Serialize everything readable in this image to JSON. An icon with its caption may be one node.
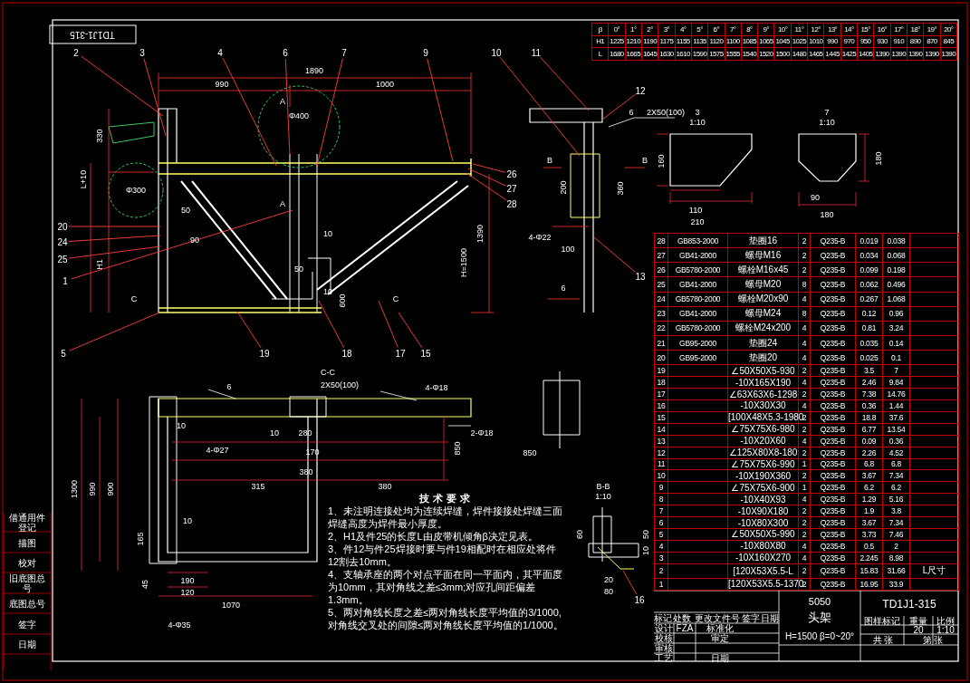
{
  "diagram": {
    "nodes": [
      {
        "text": [
          "2"
        ]
      },
      {
        "text": [
          "3"
        ]
      },
      {
        "text": [
          "4"
        ]
      },
      {
        "text": [
          "6"
        ]
      },
      {
        "text": [
          "7"
        ]
      },
      {
        "text": [
          "9"
        ]
      },
      {
        "text": [
          "10"
        ]
      },
      {
        "text": [
          "11"
        ]
      },
      {
        "text": [
          "12"
        ]
      },
      {
        "text": [
          "26"
        ]
      },
      {
        "text": [
          "27"
        ]
      },
      {
        "text": [
          "28"
        ]
      },
      {
        "text": [
          "20"
        ]
      },
      {
        "text": [
          "24"
        ]
      },
      {
        "text": [
          "25"
        ]
      },
      {
        "text": [
          "13"
        ]
      },
      {
        "text": [
          "1"
        ]
      },
      {
        "text": [
          "5"
        ]
      },
      {
        "text": [
          "19"
        ]
      },
      {
        "text": [
          "18"
        ]
      },
      {
        "text": [
          "17"
        ]
      },
      {
        "text": [
          "15"
        ]
      },
      {
        "text": [
          "16"
        ]
      }
    ],
    "edges": [
      {
        "from": 0,
        "to": null,
        "arrow": "none"
      },
      {
        "from": 1,
        "to": null,
        "arrow": "none"
      },
      {
        "from": 2,
        "to": null,
        "arrow": "none"
      },
      {
        "from": 3,
        "to": null,
        "arrow": "none"
      },
      {
        "from": 4,
        "to": null,
        "arrow": "none"
      },
      {
        "from": 5,
        "to": null,
        "arrow": "none"
      },
      {
        "from": 6,
        "to": null,
        "arrow": "none"
      },
      {
        "from": 7,
        "to": null,
        "arrow": "none"
      },
      {
        "from": 8,
        "to": null,
        "arrow": "none"
      },
      {
        "from": 9,
        "to": null,
        "arrow": "none"
      },
      {
        "from": 10,
        "to": null,
        "arrow": "none"
      },
      {
        "from": 11,
        "to": null,
        "arrow": "none"
      },
      {
        "from": 12,
        "to": null,
        "arrow": "none"
      },
      {
        "from": 13,
        "to": null,
        "arrow": "none"
      },
      {
        "from": 14,
        "to": null,
        "arrow": "none"
      },
      {
        "from": 15,
        "to": null,
        "arrow": "none"
      },
      {
        "from": 16,
        "to": null,
        "arrow": "none"
      },
      {
        "from": 17,
        "to": null,
        "arrow": "none"
      },
      {
        "from": 18,
        "to": null,
        "arrow": "none"
      },
      {
        "from": 19,
        "to": null,
        "arrow": "none"
      },
      {
        "from": 20,
        "to": null,
        "arrow": "none"
      },
      {
        "from": 21,
        "to": null,
        "arrow": "none"
      },
      {
        "from": 22,
        "to": null,
        "arrow": "none"
      }
    ],
    "labels": [
      "TD1J1-315",
      "β",
      "0°",
      "1°",
      "2°",
      "3°",
      "4°",
      "5°",
      "6°",
      "7°",
      "8°",
      "9°",
      "10°",
      "11°",
      "12°",
      "13°",
      "14°",
      "15°",
      "16°",
      "17°",
      "18°",
      "19°",
      "20°",
      "H1",
      "1225",
      "1210",
      "1190",
      "1175",
      "1155",
      "1135",
      "1120",
      "1100",
      "1085",
      "1065",
      "1045",
      "1025",
      "1010",
      "990",
      "970",
      "950",
      "930",
      "910",
      "890",
      "870",
      "845",
      "L",
      "1680",
      "1665",
      "1645",
      "1630",
      "1610",
      "1590",
      "1575",
      "1555",
      "1540",
      "1520",
      "1500",
      "1480",
      "1465",
      "1445",
      "1425",
      "1405",
      "1390",
      "1390",
      "1390",
      "1390",
      "1390",
      "1890",
      "990",
      "1000",
      "A",
      "Φ400",
      "A",
      "Φ300",
      "330",
      "L+10",
      "H1",
      "90",
      "50",
      "10",
      "1390",
      "H=1500",
      "50",
      "10",
      "600",
      "C",
      "C",
      "6",
      "2X50(100)",
      "B",
      "B",
      "200",
      "360",
      "4-Φ22",
      "100",
      "6",
      "3",
      "1:10",
      "160",
      "110",
      "210",
      "7",
      "1:10",
      "180",
      "90",
      "180",
      "C-C",
      "6",
      "2X50(100)",
      "4-Φ18",
      "10",
      "10",
      "280",
      "170",
      "380",
      "4-Φ27",
      "2-Φ18",
      "315",
      "380",
      "850",
      "1300",
      "990",
      "900",
      "165",
      "10",
      "45",
      "190",
      "120",
      "1070",
      "4-Φ35",
      "850",
      "B-B",
      "1:10",
      "60",
      "50",
      "10",
      "20",
      "80",
      "技术要求",
      "1、未注明连接处均为连续焊缝，焊件接接处焊缝三面焊缝高度为焊件最小厚度。",
      "2、H1及件25的长度L由皮带机倾角β决定见表。",
      "3、件12与件25焊接时要与件19相配时在相应处将件12割去10mm。",
      "4、支轴承座的两个对点平面在同一平面内，其平面度为10mm，其对角线之差≤3mm;对应孔间距偏差1.3mm。",
      "5、两对角线长度之差≤两对角线长度平均值的3/1000,对角线交叉处的间隙≤两对角线长度平均值的1/1000。",
      "28",
      "GB853-2000",
      "垫圈16",
      "2",
      "Q235-B",
      "0.019",
      "0.038",
      "27",
      "GB41-2000",
      "螺母M16",
      "2",
      "Q235-B",
      "0.034",
      "0.068",
      "26",
      "GB5780-2000",
      "螺栓M16x45",
      "2",
      "Q235-B",
      "0.099",
      "0.198",
      "25",
      "GB41-2000",
      "螺母M20",
      "8",
      "Q235-B",
      "0.062",
      "0.496",
      "24",
      "GB5780-2000",
      "螺栓M20x90",
      "4",
      "Q235-B",
      "0.267",
      "1.068",
      "23",
      "GB41-2000",
      "螺母M24",
      "8",
      "Q235-B",
      "0.12",
      "0.96",
      "22",
      "GB5780-2000",
      "螺栓M24x200",
      "4",
      "Q235-B",
      "0.81",
      "3.24",
      "21",
      "GB95-2000",
      "垫圈24",
      "4",
      "Q235-B",
      "0.035",
      "0.14",
      "20",
      "GB95-2000",
      "垫圈20",
      "4",
      "Q235-B",
      "0.025",
      "0.1",
      "19",
      "∠50X50X5-930",
      "2",
      "Q235-B",
      "3.5",
      "7",
      "18",
      "-10X165X190",
      "4",
      "Q235-B",
      "2.46",
      "9.84",
      "17",
      "∠63X63X6-1298",
      "2",
      "Q235-B",
      "7.38",
      "14.76",
      "16",
      "-10X30X30",
      "4",
      "Q235-B",
      "0.36",
      "1.44",
      "15",
      "[100X48X5.3-1980",
      "2",
      "Q235-B",
      "18.8",
      "37.6",
      "14",
      "∠75X75X6-980",
      "2",
      "Q235-B",
      "6.77",
      "13.54",
      "13",
      "-10X20X60",
      "4",
      "Q235-B",
      "0.09",
      "0.36",
      "12",
      "∠125X80X8-180",
      "2",
      "Q235-B",
      "2.26",
      "4.52",
      "11",
      "∠75X75X6-990",
      "1",
      "Q235-B",
      "6.8",
      "6.8",
      "10",
      "-10X190X360",
      "2",
      "Q235-B",
      "3.67",
      "7.34",
      "9",
      "∠75X75X6-900",
      "1",
      "Q235-B",
      "6.2",
      "6.2",
      "8",
      "-10X40X93",
      "4",
      "Q235-B",
      "1.29",
      "5.16",
      "7",
      "-10X90X180",
      "2",
      "Q235-B",
      "1.9",
      "3.8",
      "6",
      "-10X80X300",
      "2",
      "Q235-B",
      "3.67",
      "7.34",
      "5",
      "∠50X50X5-990",
      "2",
      "Q235-B",
      "3.73",
      "7.46",
      "4",
      "-10X80X80",
      "4",
      "Q235-B",
      "0.5",
      "2",
      "3",
      "-10X160X270",
      "4",
      "Q235-B",
      "2.245",
      "8.98",
      "2",
      "[120X53X5.5-L",
      "2",
      "Q235-B",
      "15.83",
      "31.66",
      "L尺寸",
      "1",
      "[120X53X5.5-1370",
      "2",
      "Q235-B",
      "16.95",
      "33.9",
      "标记",
      "处数",
      "更改文件号",
      "签字",
      "日期",
      "设计",
      "FZA",
      "标准化",
      "校核",
      "审定",
      "审核",
      "工艺",
      "日期",
      "5050",
      "头架",
      "H=1500 β=0~20°",
      "TD1J1-315",
      "图样标记",
      "重量",
      "比例",
      "20",
      "1:10",
      "共 张",
      "第 张",
      "借通用件登记",
      "描图",
      "校对",
      "旧底图总号",
      "底图总号",
      "签字",
      "日期"
    ]
  }
}
